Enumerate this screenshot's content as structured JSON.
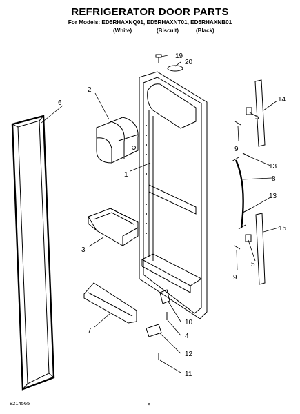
{
  "header": {
    "title": "REFRIGERATOR DOOR PARTS",
    "models_line": "For Models: ED5RHAXNQ01, ED5RHAXNT01, ED5RHAXNB01",
    "variants": [
      "(White)",
      "(Biscuit)",
      "(Black)"
    ]
  },
  "callouts": {
    "p1": "1",
    "p2": "2",
    "p3": "3",
    "p4": "4",
    "p5a": "5",
    "p5b": "5",
    "p6": "6",
    "p7": "7",
    "p8": "8",
    "p9a": "9",
    "p9b": "9",
    "p10": "10",
    "p11": "11",
    "p12": "12",
    "p13a": "13",
    "p13b": "13",
    "p14": "14",
    "p15": "15",
    "p19": "19",
    "p20": "20"
  },
  "footer": {
    "doc_number": "8214565",
    "page_number": "9"
  }
}
